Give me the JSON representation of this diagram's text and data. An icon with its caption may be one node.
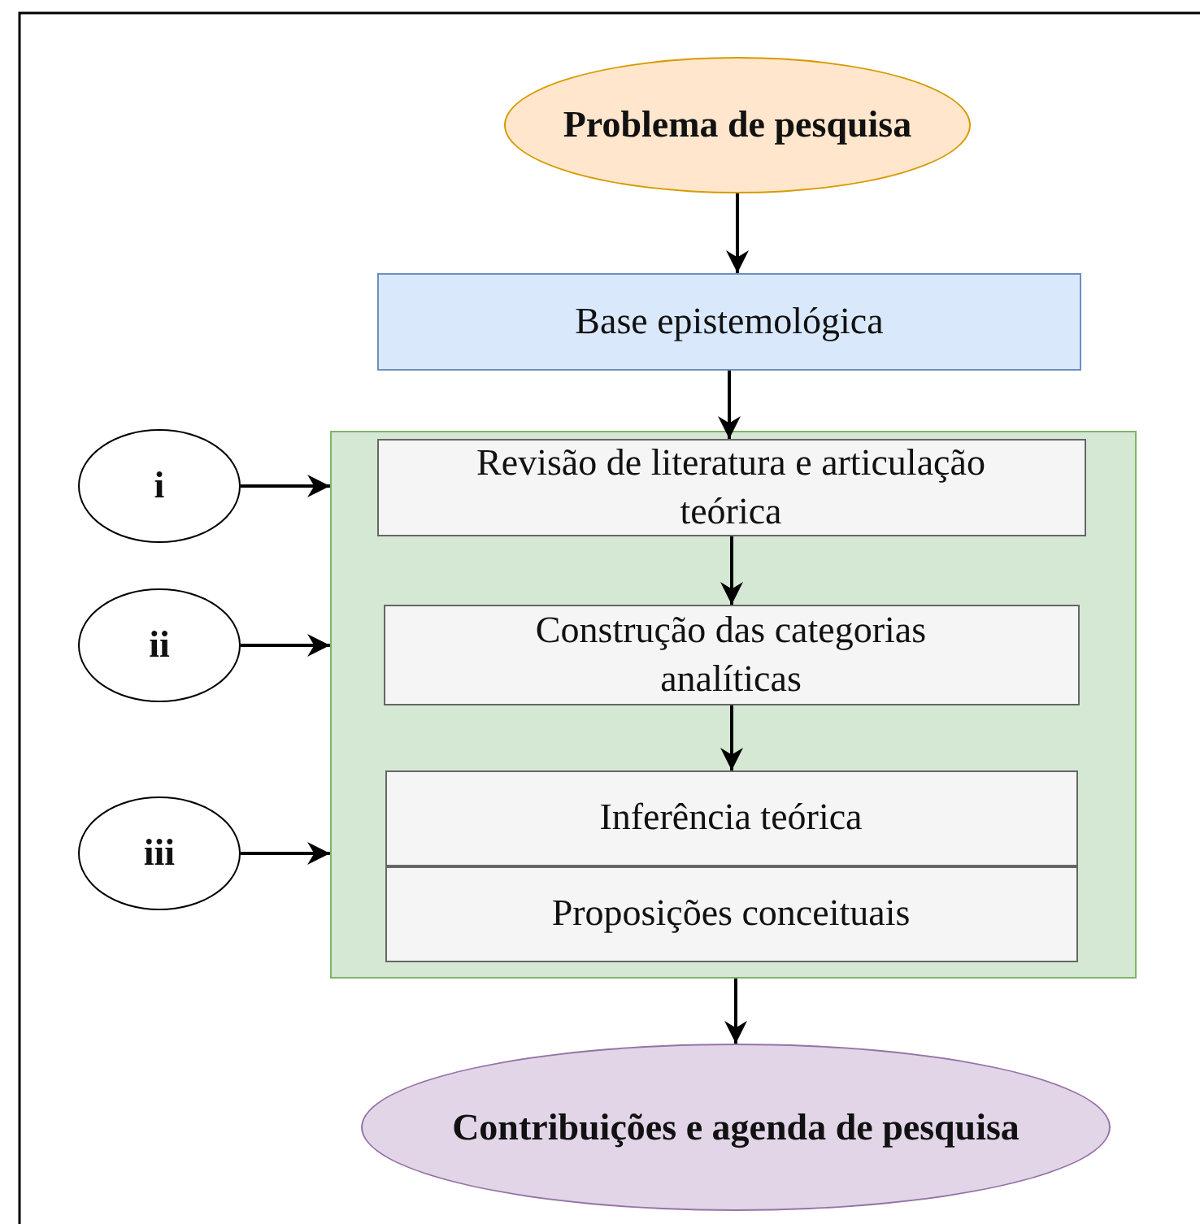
{
  "diagram": {
    "nodes": [
      {
        "text": [
          "Problema de pesquisa"
        ]
      },
      {
        "text": [
          "Base epistemológica"
        ]
      },
      {
        "text": [],
        "shape": "box"
      },
      {
        "text": [
          "Revisão de literatura e articulação teórica"
        ],
        "in": 2
      },
      {
        "text": [
          "Construção das categorias analíticas"
        ],
        "in": 2
      },
      {
        "text": [
          "Inferência teórica"
        ],
        "in": 2
      },
      {
        "text": [
          "Proposições conceituais"
        ],
        "in": 2
      },
      {
        "text": [
          "Contribuições e agenda de pesquisa"
        ]
      },
      {
        "text": [
          "i"
        ]
      },
      {
        "text": [
          "ii"
        ]
      },
      {
        "text": [
          "iii"
        ]
      }
    ],
    "edges": [
      {
        "from": 0,
        "to": 1,
        "arrow": "to"
      },
      {
        "from": 1,
        "to": 3,
        "arrow": "to"
      },
      {
        "from": 3,
        "to": 4,
        "arrow": "to"
      },
      {
        "from": 4,
        "to": 5,
        "arrow": "to"
      },
      {
        "from": 2,
        "to": 7,
        "arrow": "to"
      },
      {
        "from": 8,
        "to": 2,
        "arrow": "to"
      },
      {
        "from": 9,
        "to": 2,
        "arrow": "to"
      },
      {
        "from": 10,
        "to": 2,
        "arrow": "to"
      }
    ]
  }
}
